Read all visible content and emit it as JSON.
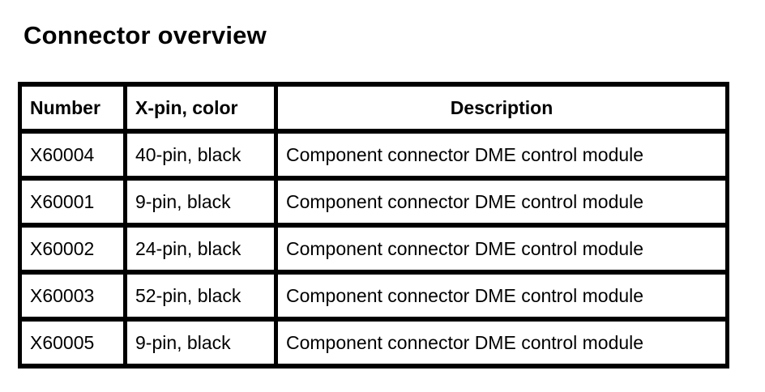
{
  "page": {
    "title": "Connector overview"
  },
  "colors": {
    "background": "#ffffff",
    "border": "#000000",
    "text": "#000000"
  },
  "table": {
    "columns": [
      {
        "label": "Number"
      },
      {
        "label": "X-pin, color"
      },
      {
        "label": "Description"
      }
    ],
    "rows": [
      {
        "number": "X60004",
        "pin_color": "40-pin, black",
        "description": "Component connector DME control module"
      },
      {
        "number": "X60001",
        "pin_color": "9-pin, black",
        "description": "Component connector DME control module"
      },
      {
        "number": "X60002",
        "pin_color": "24-pin, black",
        "description": "Component connector DME control module"
      },
      {
        "number": "X60003",
        "pin_color": "52-pin, black",
        "description": "Component connector DME control module"
      },
      {
        "number": "X60005",
        "pin_color": "9-pin, black",
        "description": "Component connector DME control module"
      }
    ]
  }
}
